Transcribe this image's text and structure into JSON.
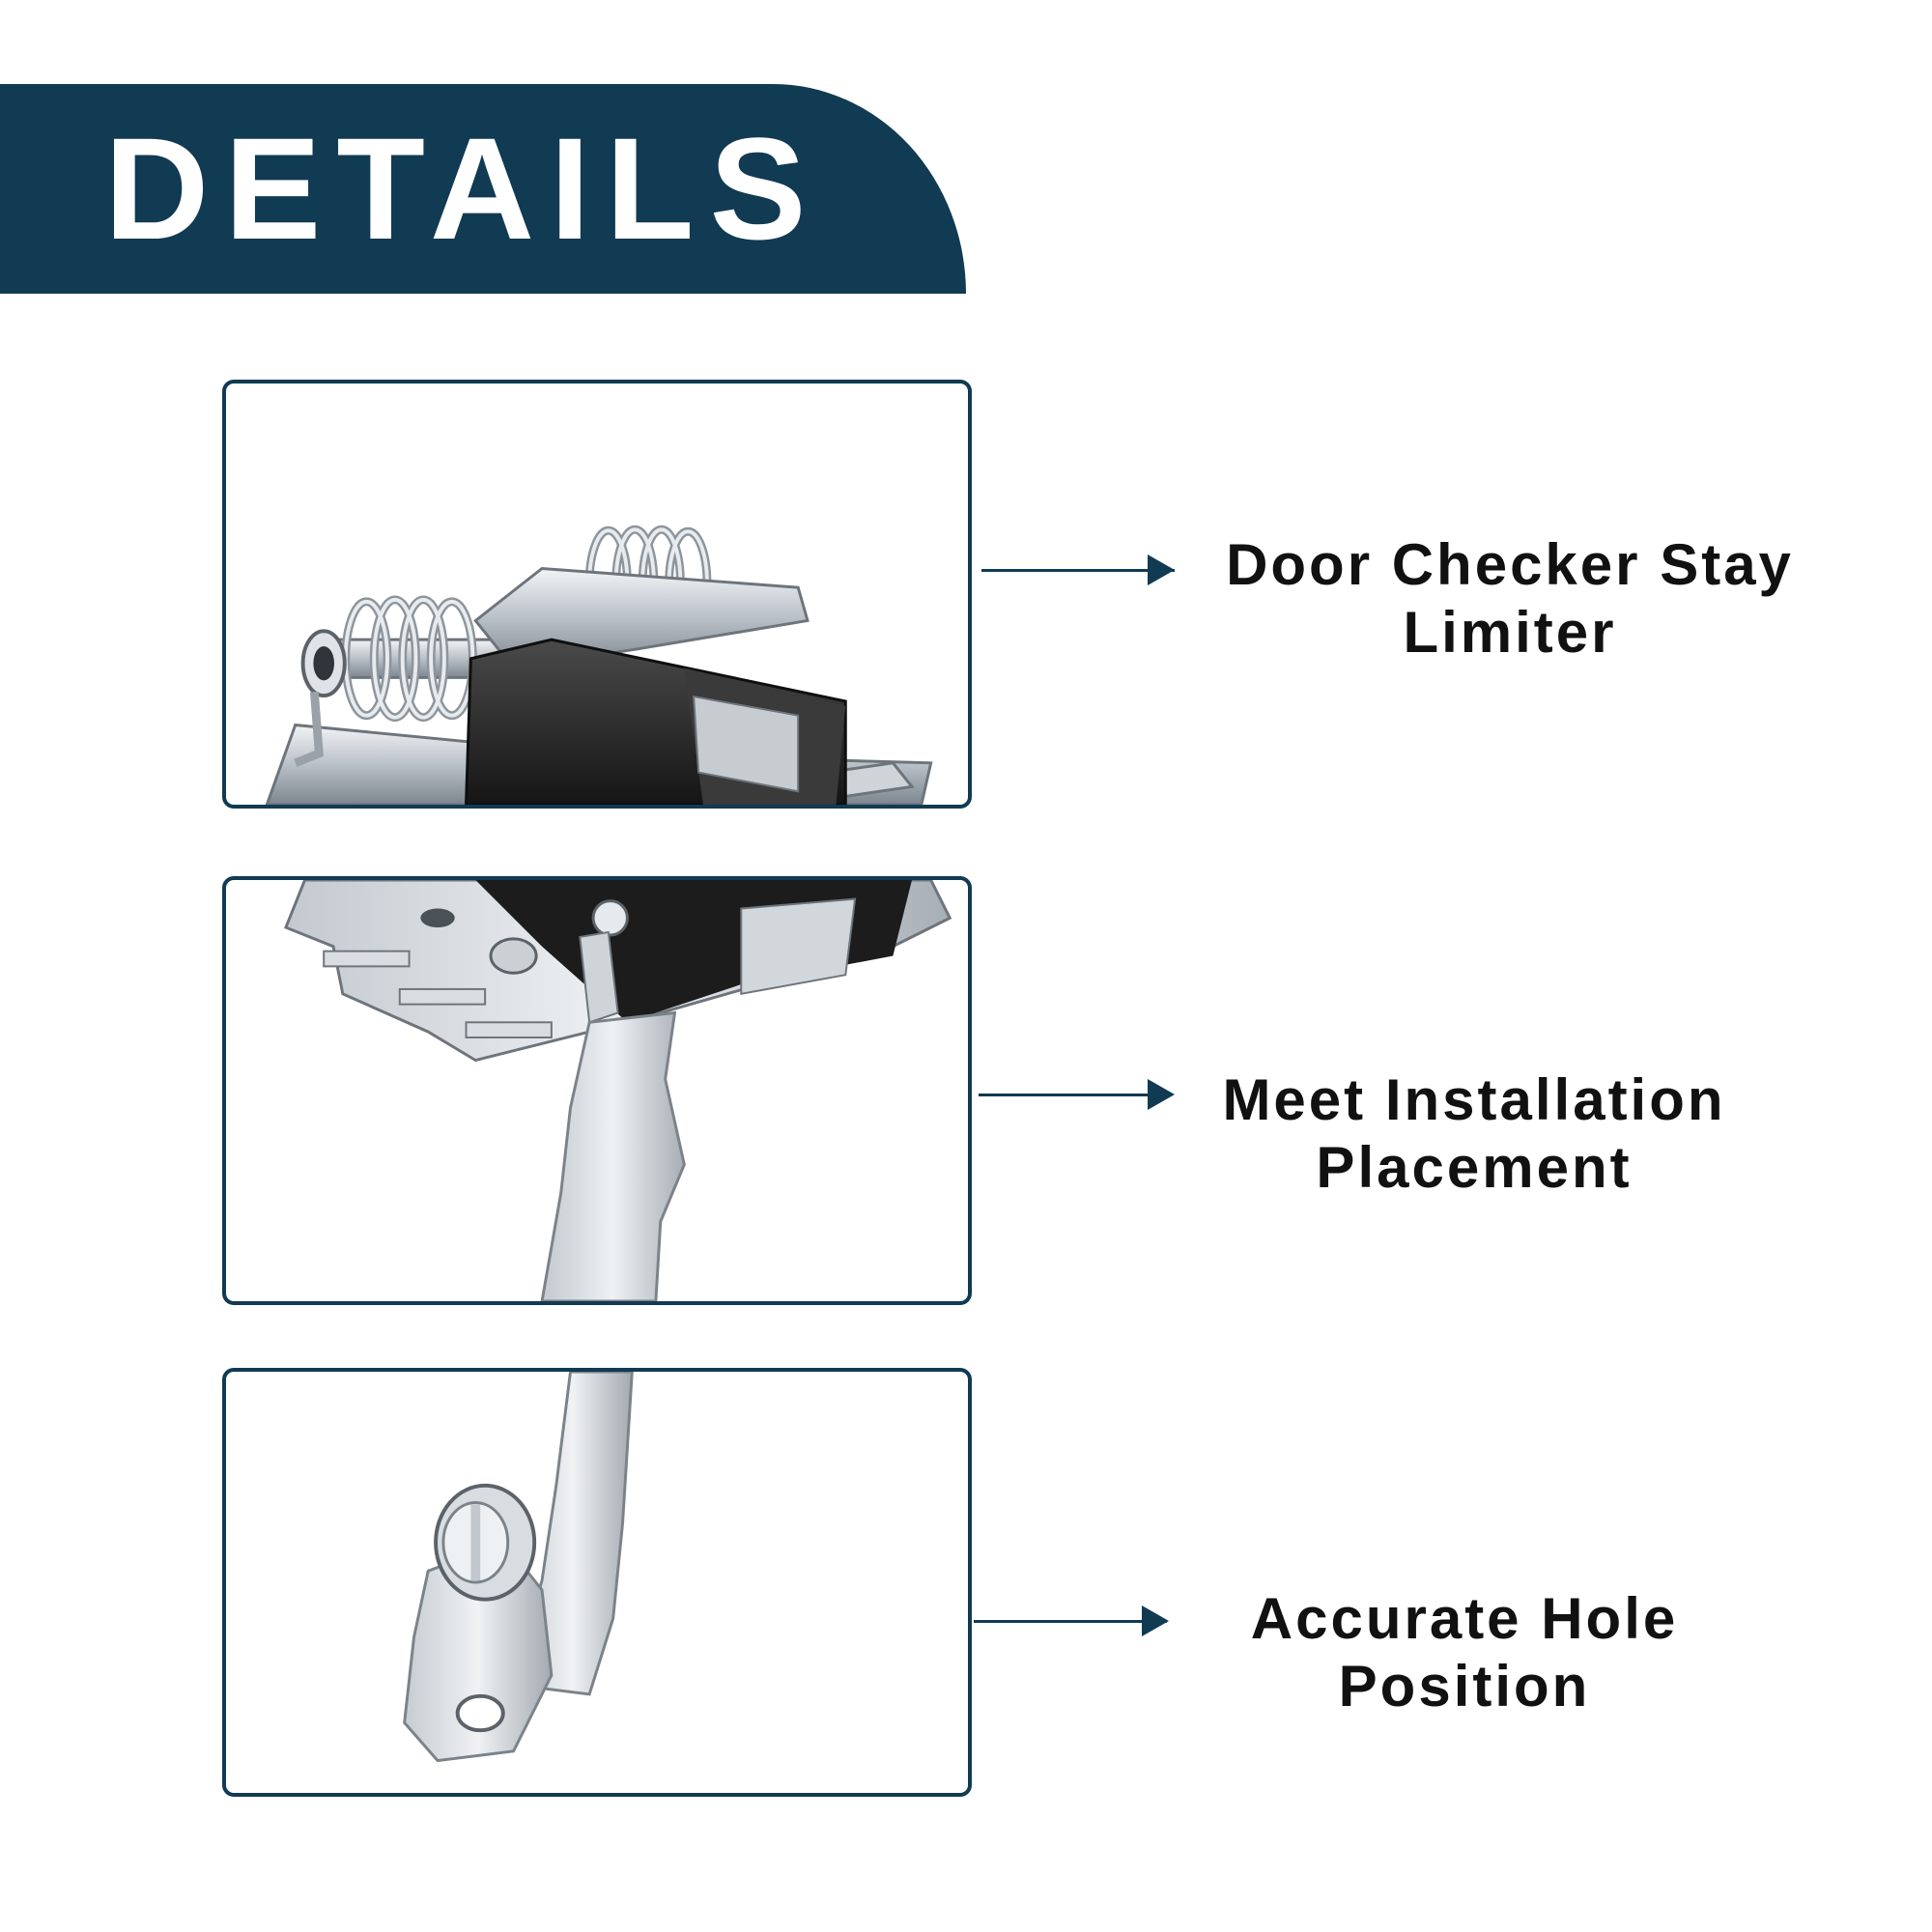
{
  "banner": {
    "title": "DETAILS",
    "color": "#113a53"
  },
  "features": [
    {
      "line1": "Door Checker Stay",
      "line2": "Limiter",
      "photo": "spring-hinge-closeup"
    },
    {
      "line1": "Meet Installation",
      "line2": "Placement",
      "photo": "mounting-bracket-and-arm"
    },
    {
      "line1": "Accurate Hole",
      "line2": "Position",
      "photo": "arm-end-with-mounting-hole"
    }
  ],
  "colors": {
    "accent": "#113a53",
    "text": "#111111",
    "background": "#ffffff"
  }
}
